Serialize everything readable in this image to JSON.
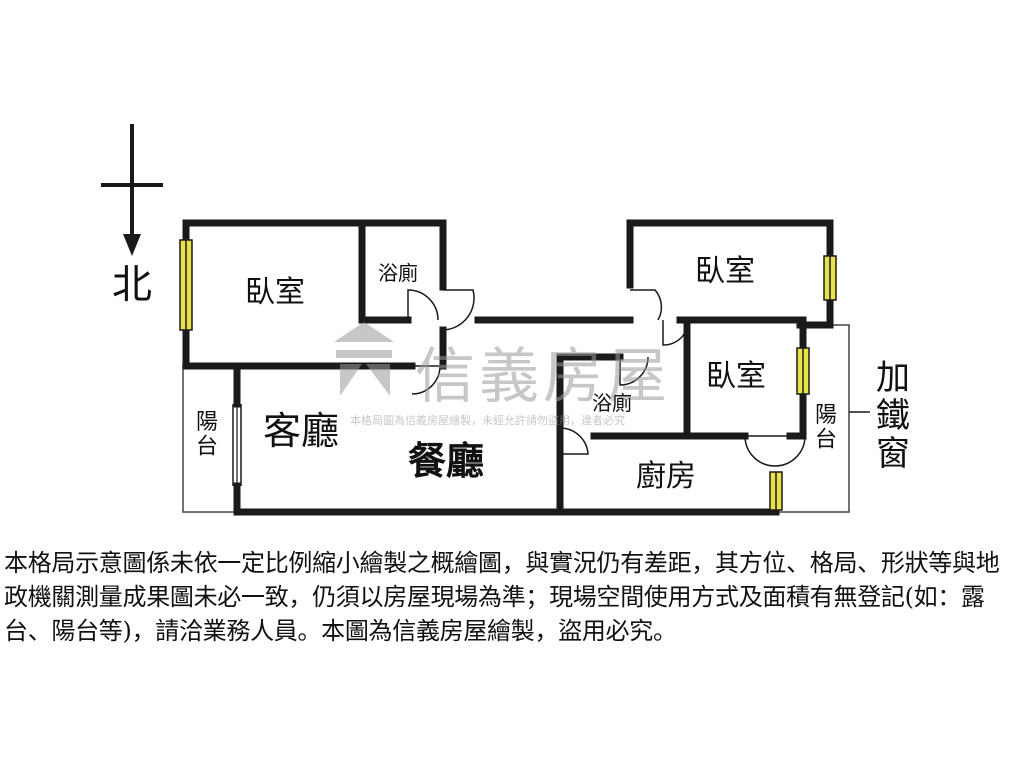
{
  "compass": {
    "north_label": "北"
  },
  "rooms": {
    "bedroom_west": "臥室",
    "bathroom_north": "浴廁",
    "bedroom_northeast": "臥室",
    "bedroom_east": "臥室",
    "bathroom_center": "浴廁",
    "living_room": "客廳",
    "dining_room": "餐廳",
    "kitchen": "廚房",
    "balcony_west": "陽台",
    "balcony_east": "陽台"
  },
  "callout": {
    "label": "加鐵窗"
  },
  "watermark": {
    "brand": "信義房屋",
    "notice": "本格局圖為信義房屋繪製，未經允許請勿盜用，違者必究"
  },
  "disclaimer": "本格局示意圖係未依一定比例縮小繪製之概繪圖，與實況仍有差距，其方位、格局、形狀等與地政機關測量成果圖未必一致，仍須以房屋現場為準；現場空間使用方式及面積有無登記(如：露台、陽台等)，請洽業務人員。本圖為信義房屋繪製，盜用必究。",
  "colors": {
    "wall": "#1a1a1a",
    "window": "#e8e24a",
    "watermark": "#9a9a9a"
  }
}
